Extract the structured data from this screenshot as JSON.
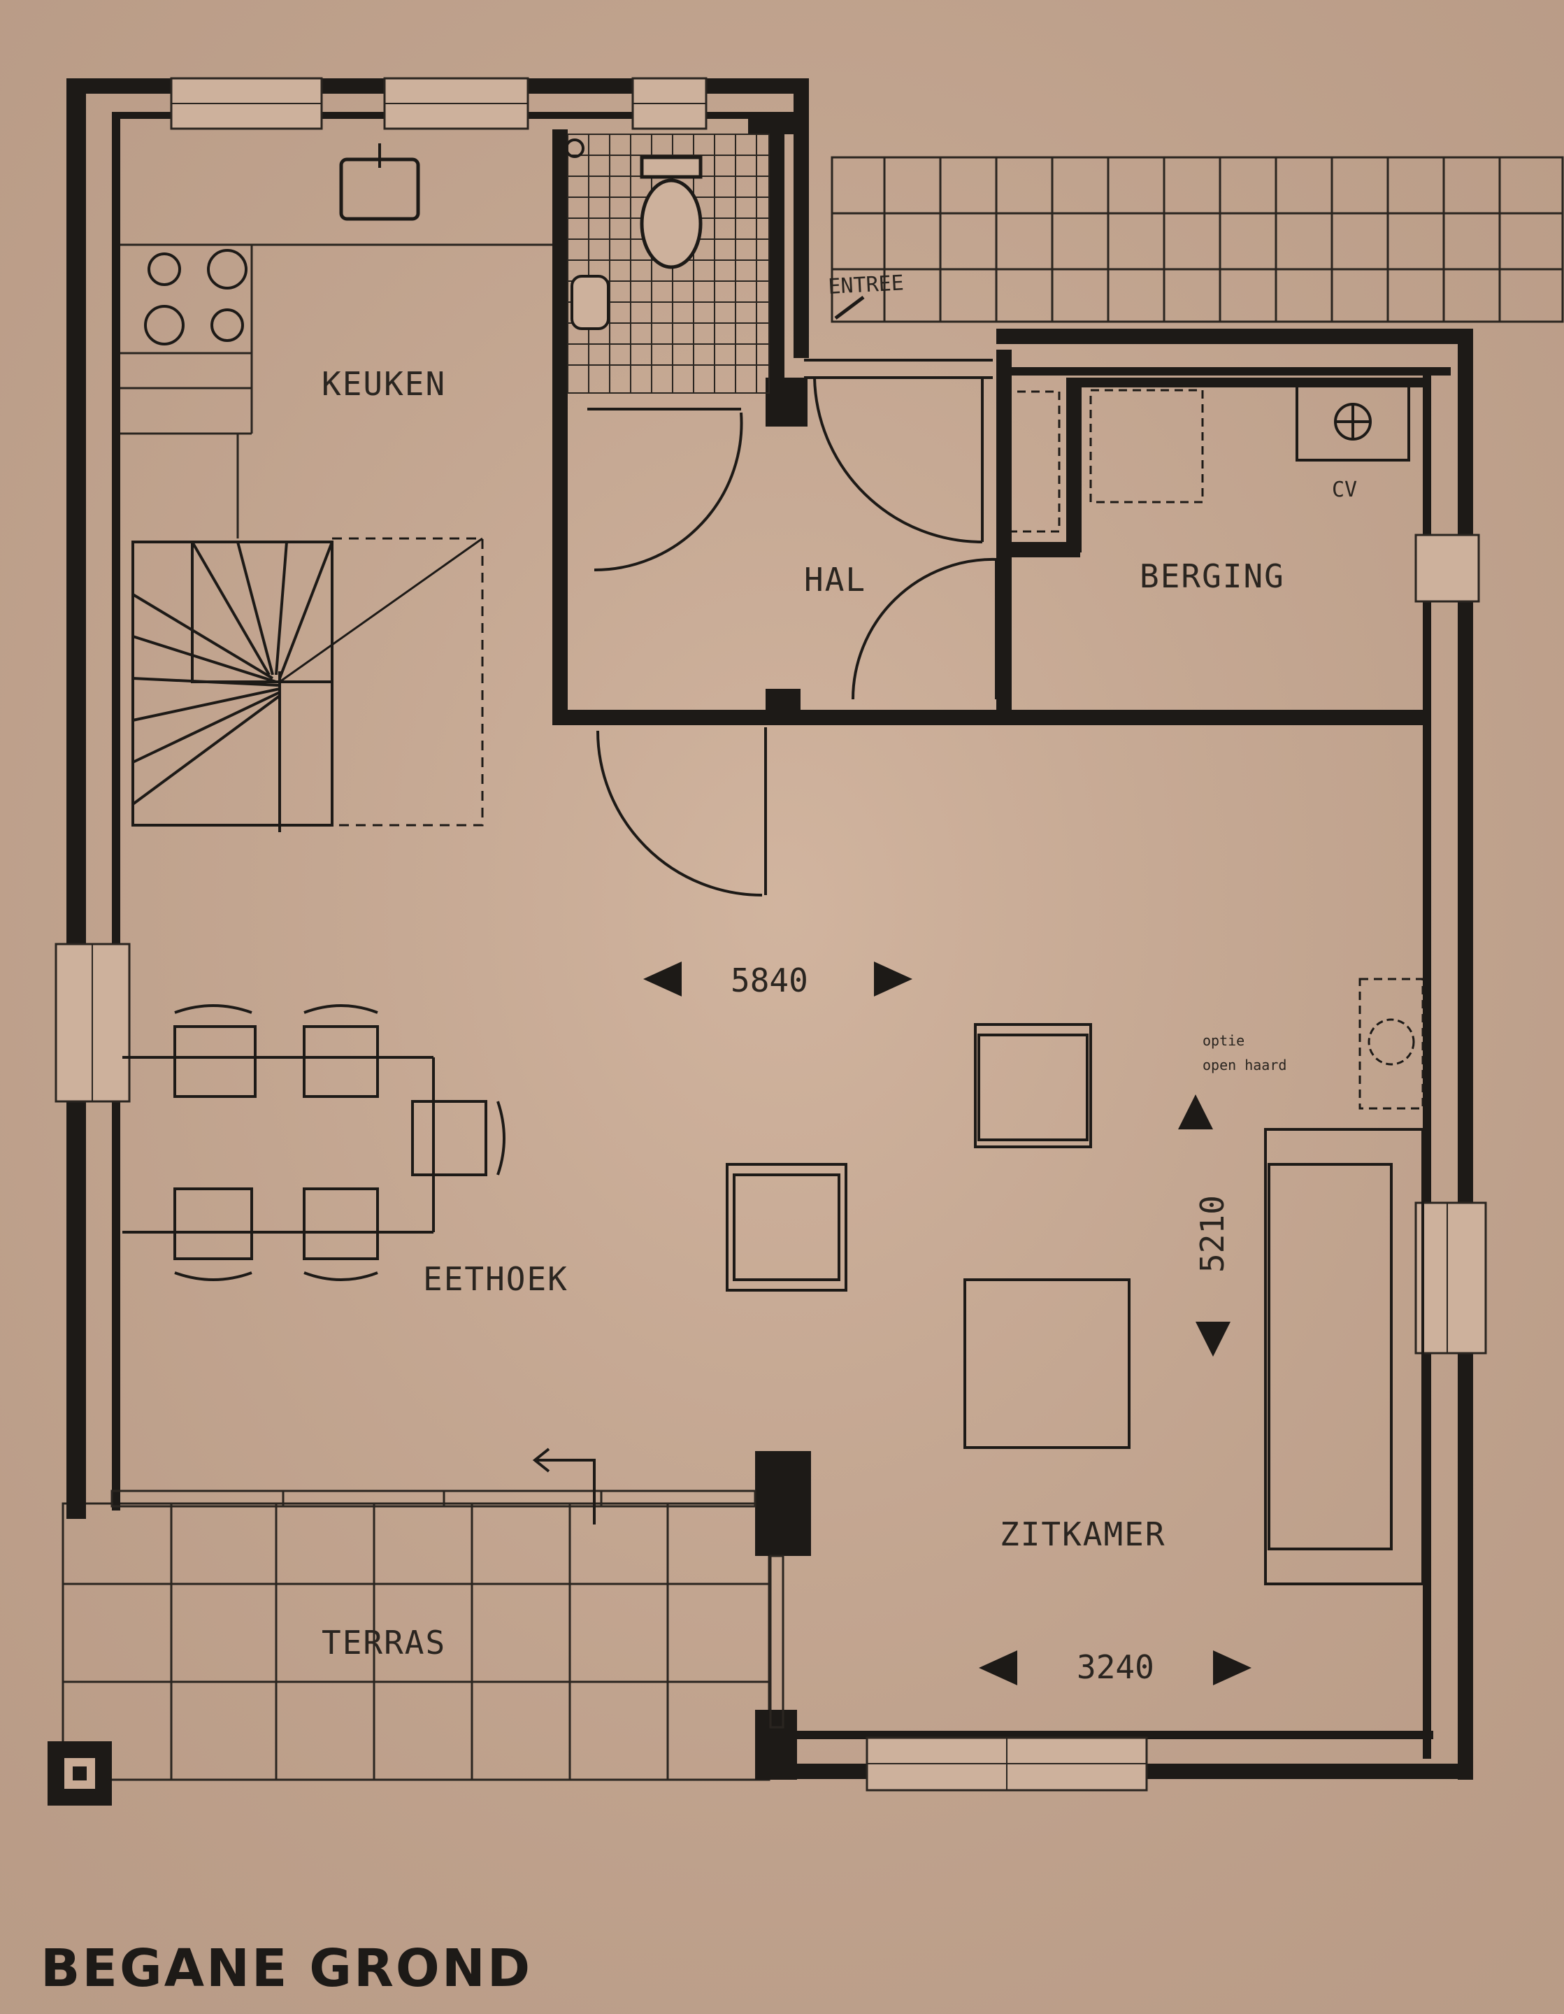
{
  "plan": {
    "title": "BEGANE GROND",
    "rooms": {
      "keuken": "KEUKEN",
      "hal": "HAL",
      "berging": "BERGING",
      "eethoek": "EETHOEK",
      "zitkamer": "ZITKAMER",
      "terras": "TERRAS"
    },
    "labels": {
      "entree": "ENTREE",
      "cv": "CV",
      "fireplace_line1": "optie",
      "fireplace_line2": "open haard"
    },
    "dimensions": {
      "width_top": "5840",
      "height_right": "5210",
      "width_bottom": "3240"
    },
    "colors": {
      "paper": "#c9ab95",
      "ink": "#1d1a17"
    }
  }
}
